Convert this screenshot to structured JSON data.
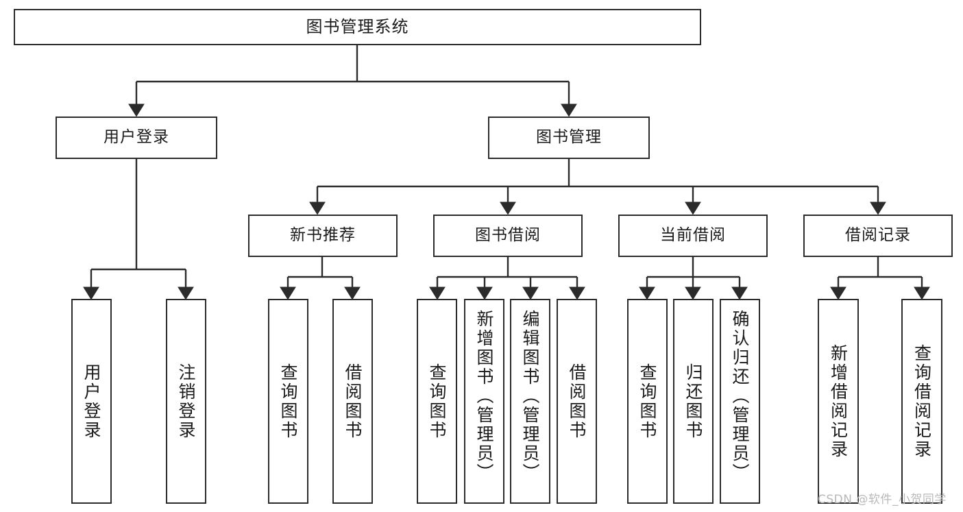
{
  "diagram": {
    "type": "tree-functional-structure",
    "root": {
      "label": "图书管理系统"
    },
    "level2": [
      {
        "label": "用户登录"
      },
      {
        "label": "图书管理"
      }
    ],
    "groups": [
      {
        "label": "新书推荐"
      },
      {
        "label": "图书借阅"
      },
      {
        "label": "当前借阅"
      },
      {
        "label": "借阅记录"
      }
    ],
    "leaves": {
      "user_login": [
        {
          "label": "用户登录"
        },
        {
          "label": "注销登录"
        }
      ],
      "new_book_recommend": [
        {
          "label": "查询图书"
        },
        {
          "label": "借阅图书"
        }
      ],
      "book_borrow": [
        {
          "label": "查询图书"
        },
        {
          "label": "新增图书（管理员）"
        },
        {
          "label": "编辑图书（管理员）"
        },
        {
          "label": "借阅图书"
        }
      ],
      "current_borrow": [
        {
          "label": "查询图书"
        },
        {
          "label": "归还图书"
        },
        {
          "label": "确认归还（管理员）"
        }
      ],
      "borrow_record": [
        {
          "label": "新增借阅记录"
        },
        {
          "label": "查询借阅记录"
        }
      ]
    },
    "watermark": "CSDN @软件_小贺同学",
    "colors": {
      "stroke": "#2b2b2b",
      "background": "#ffffff",
      "text": "#1a1a1a",
      "watermark": "#b9b9b9"
    }
  }
}
